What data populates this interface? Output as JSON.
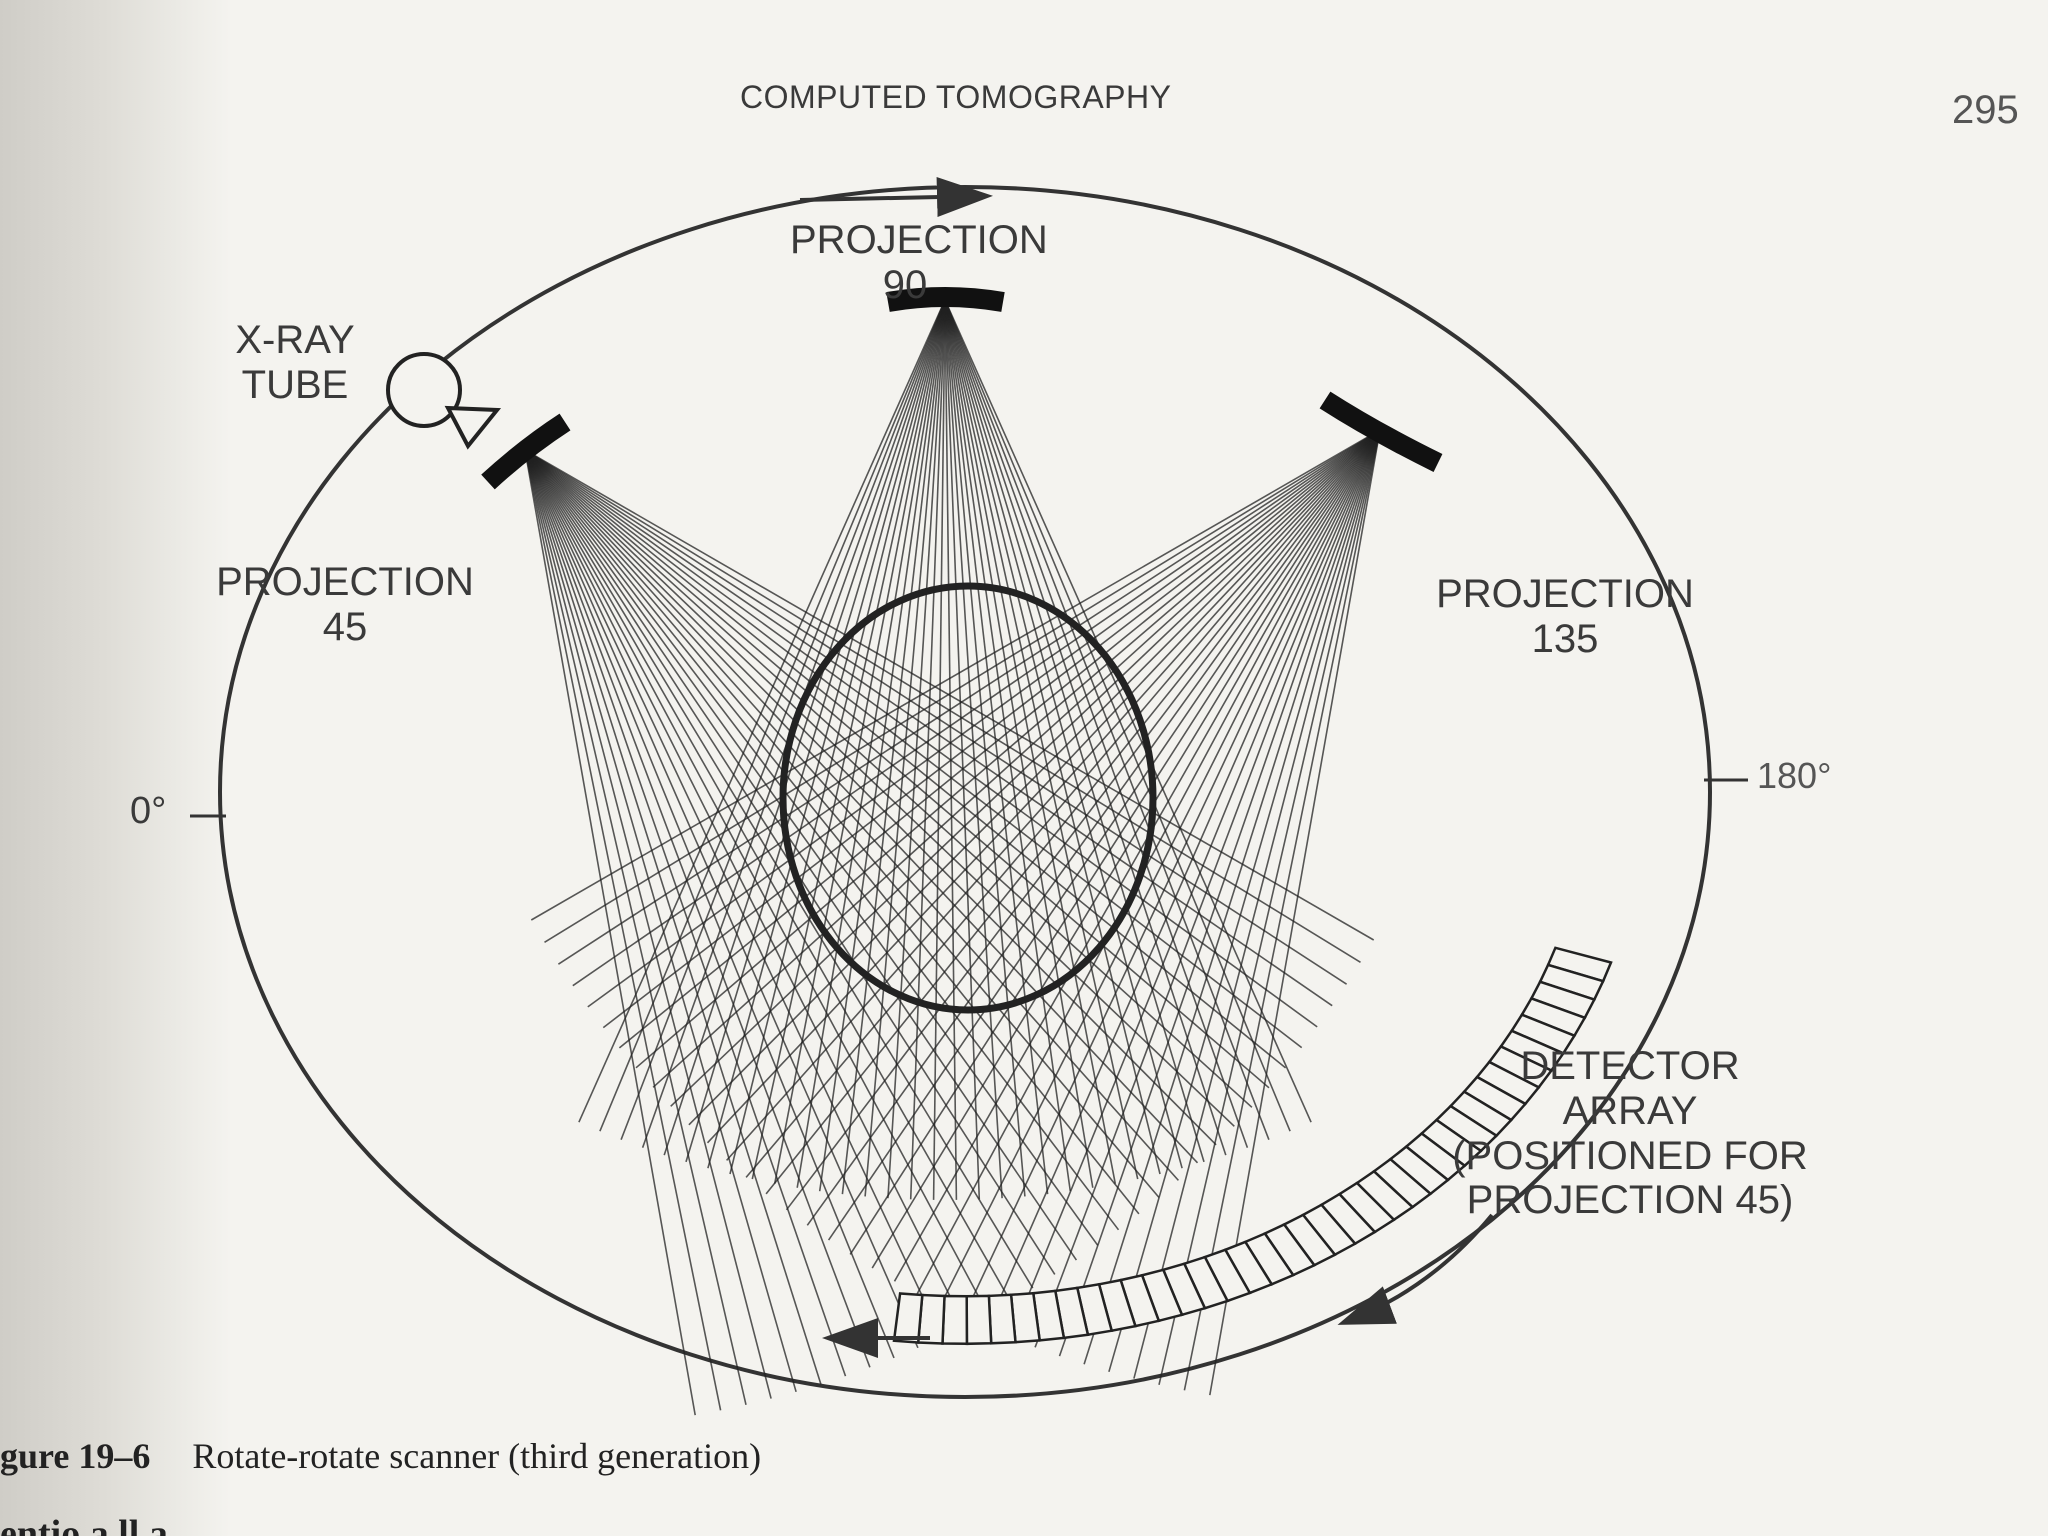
{
  "page": {
    "running_head": "COMPUTED TOMOGRAPHY",
    "page_number": "295"
  },
  "figure": {
    "labels": {
      "projection_90": "PROJECTION\n90",
      "projection_45": "PROJECTION\n45",
      "projection_135": "PROJECTION\n135",
      "xray_tube": "X-RAY\nTUBE",
      "zero_degrees": "0°",
      "one_eighty_degrees": "180°",
      "detector_array": "DETECTOR\nARRAY\n(POSITIONED FOR\nPROJECTION 45)"
    },
    "caption": {
      "number": "gure 19–6",
      "text": "Rotate-rotate scanner (third generation)"
    }
  },
  "body_fragment": "entio    a          ll    a"
}
